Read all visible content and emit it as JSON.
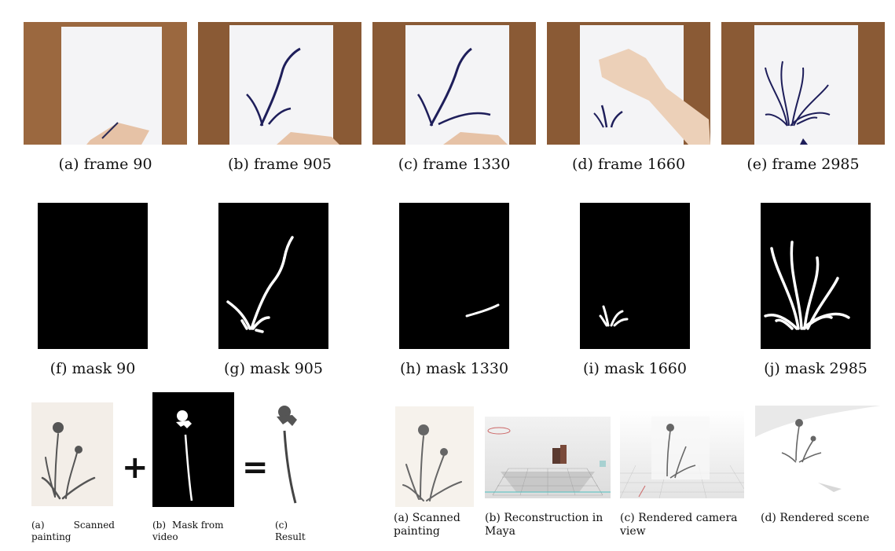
{
  "frames": [
    {
      "caption": "(a) frame 90"
    },
    {
      "caption": "(b) frame 905"
    },
    {
      "caption": "(c) frame 1330"
    },
    {
      "caption": "(d) frame 1660"
    },
    {
      "caption": "(e) frame 2985"
    }
  ],
  "masks": [
    {
      "caption": "(f) mask 90"
    },
    {
      "caption": "(g) mask 905"
    },
    {
      "caption": "(h) mask 1330"
    },
    {
      "caption": "(i) mask 1660"
    },
    {
      "caption": "(j) mask 2985"
    }
  ],
  "left_panel": {
    "plus_symbol": "+",
    "equals_symbol": "=",
    "captions": [
      {
        "label": "(a)",
        "rest": "Scanned",
        "line2": "painting"
      },
      {
        "label": "(b)",
        "rest": "Mask from",
        "line2": "video"
      },
      {
        "label": "(c)",
        "rest": "",
        "line2": "Result"
      }
    ]
  },
  "right_panel": {
    "captions": [
      {
        "line1": "(a) Scanned",
        "line2": "painting"
      },
      {
        "line1": "(b) Reconstruction in",
        "line2": "Maya"
      },
      {
        "line1": "(c) Rendered camera",
        "line2": "view"
      },
      {
        "line1": "(d) Rendered scene",
        "line2": ""
      }
    ]
  }
}
